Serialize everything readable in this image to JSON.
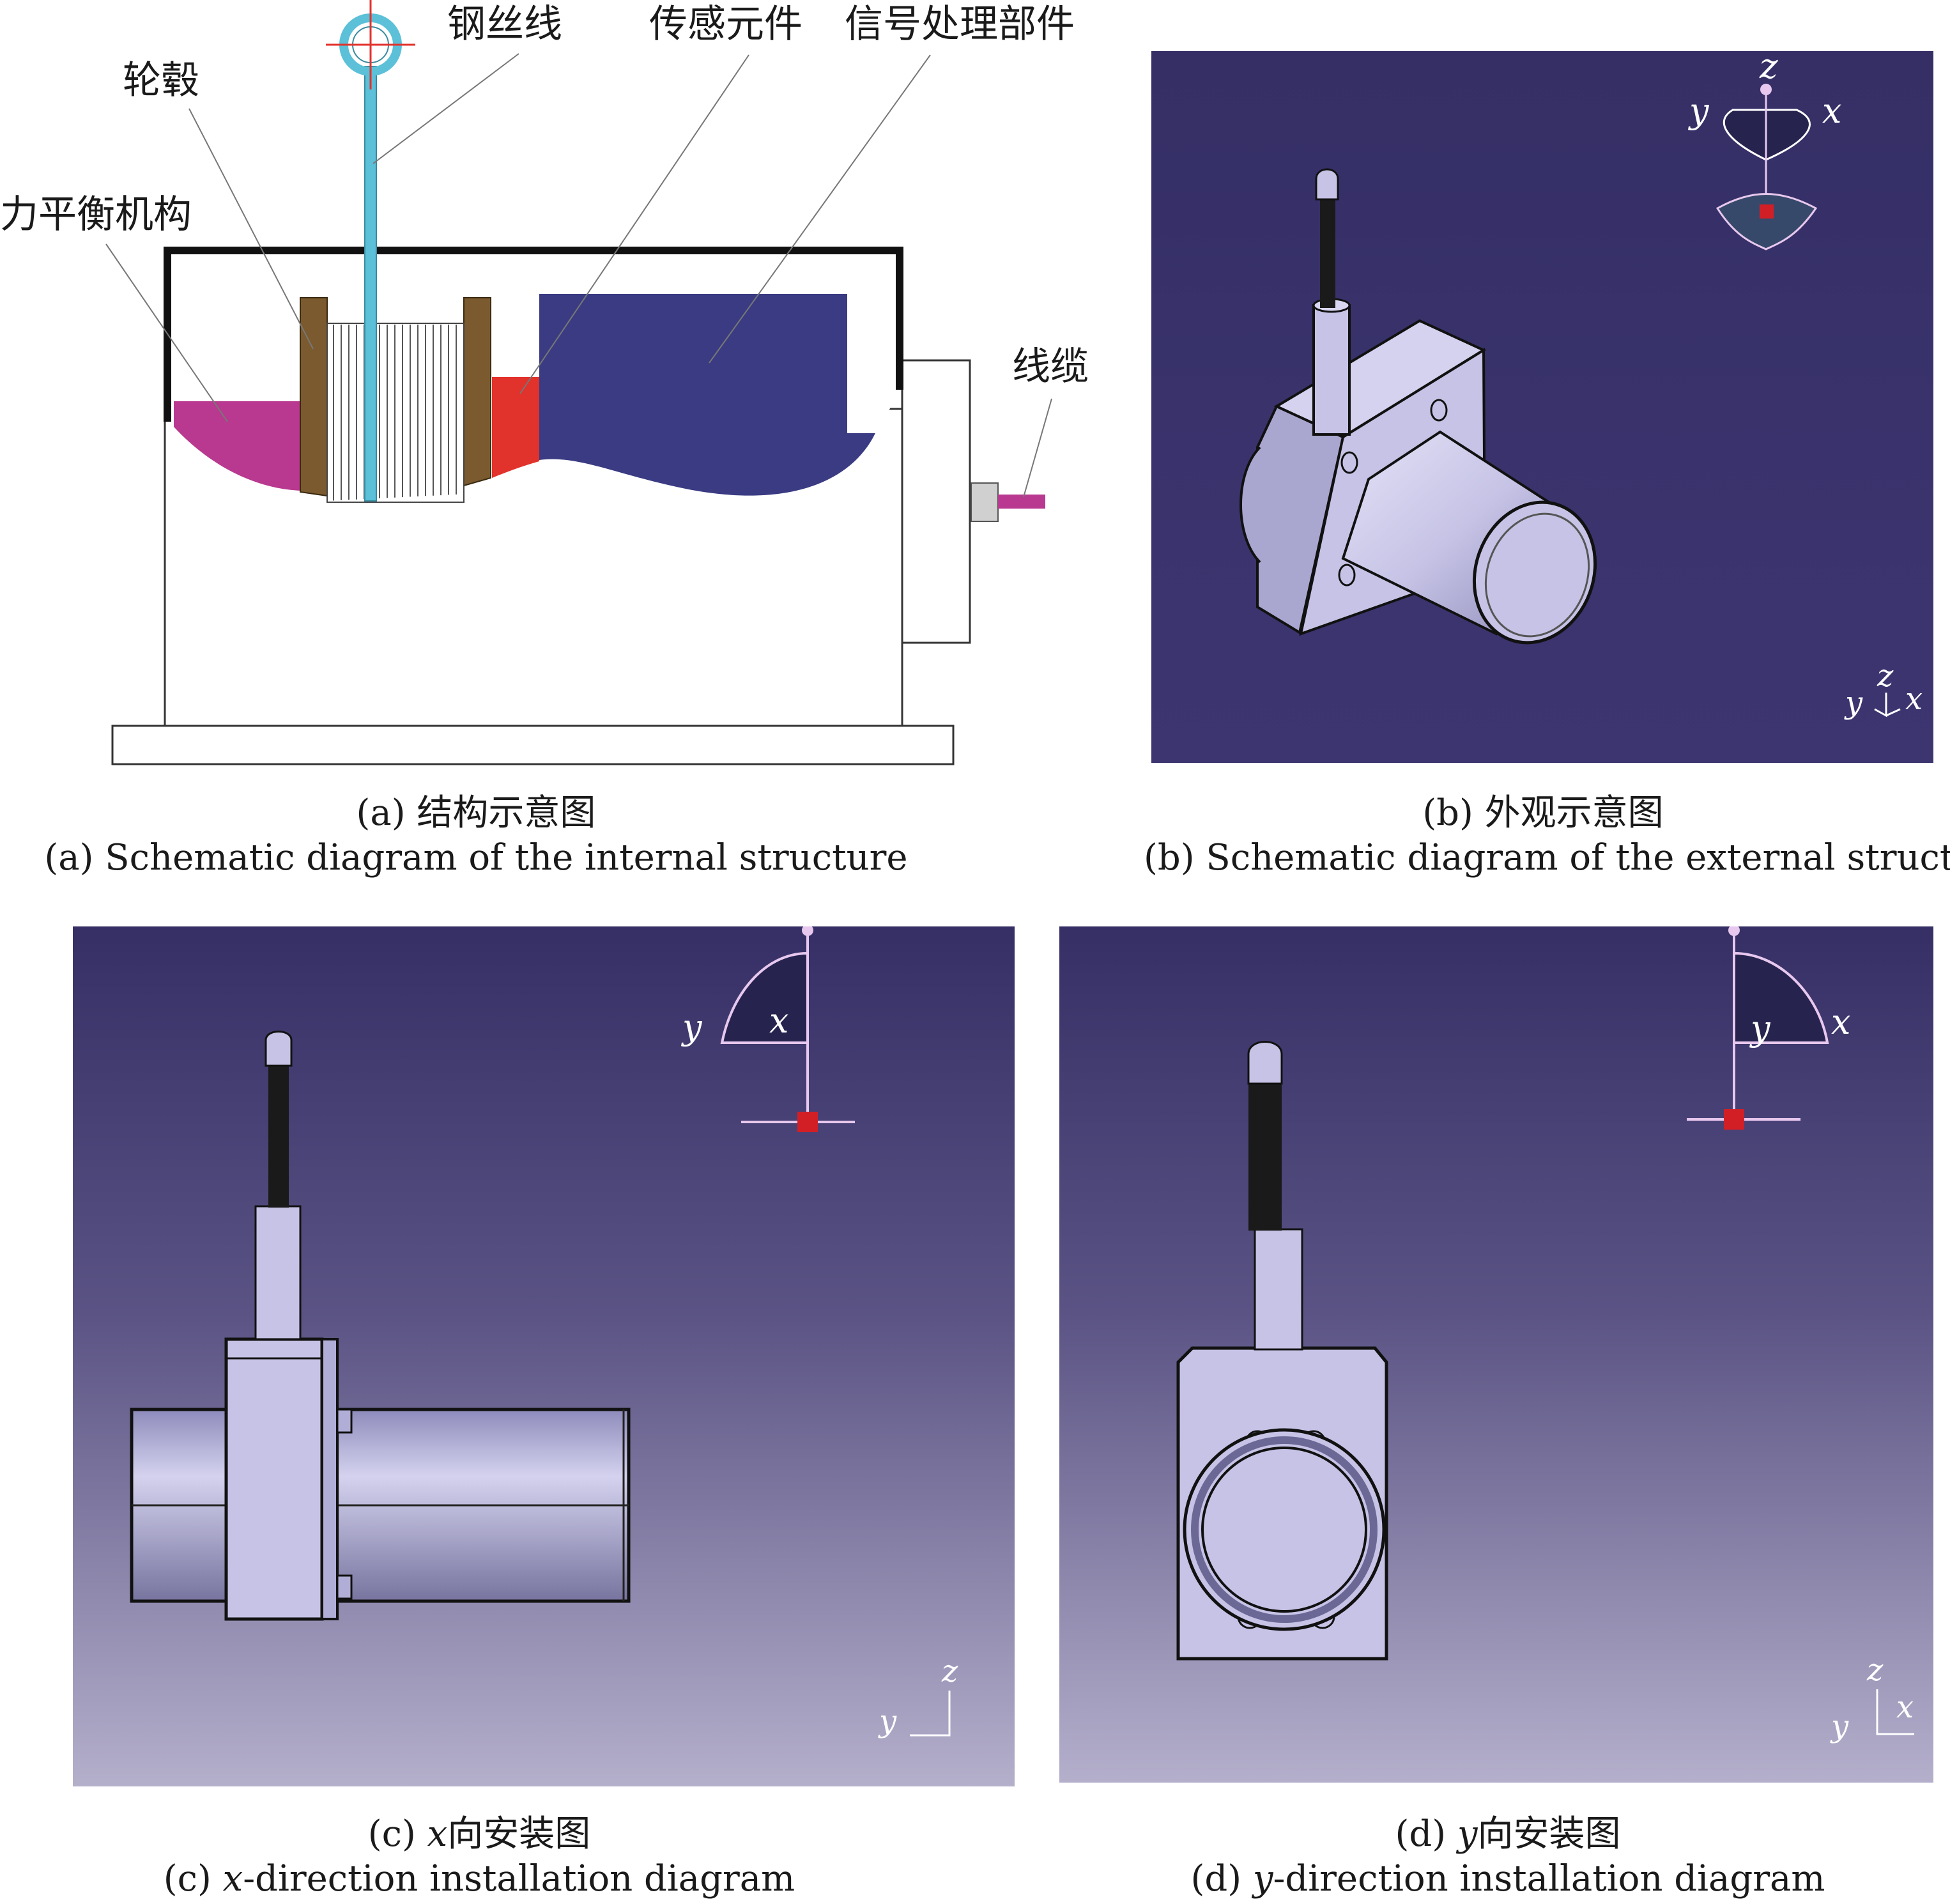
{
  "panel_a": {
    "labels": {
      "wire": "钢丝线",
      "sensor": "传感元件",
      "signal": "信号处理部件",
      "hub": "轮毂",
      "balance": "力平衡机构",
      "cable": "线缆"
    },
    "caption_zh": "(a) 结构示意图",
    "caption_en": "(a) Schematic diagram of the internal structure"
  },
  "panel_b": {
    "axes": {
      "z": "z",
      "x": "x",
      "y": "y"
    },
    "caption_zh": "(b) 外观示意图",
    "caption_en": "(b) Schematic diagram of the external structure"
  },
  "panel_c": {
    "axes": {
      "z": "z",
      "x": "x",
      "y": "y"
    },
    "caption_prefix": "(c) ",
    "caption_var": "x",
    "caption_zh_rest": "向安装图",
    "caption_en_var": "x",
    "caption_en_rest": "-direction installation diagram"
  },
  "panel_d": {
    "axes": {
      "z": "z",
      "x": "x",
      "y": "y"
    },
    "caption_prefix": "(d) ",
    "caption_var": "y",
    "caption_zh_rest": "向安装图",
    "caption_en_var": "y",
    "caption_en_rest": "-direction installation diagram"
  },
  "colors": {
    "viewport_top": "#352f66",
    "viewport_bottom": "#b4afcb",
    "wire": "#5bc0d8",
    "balance": "#b8398f",
    "hub": "#7a5a2e",
    "sensor": "#e2322c",
    "signal": "#3a3b82",
    "body": "#c6c3e6",
    "marker": "#d21f26"
  }
}
